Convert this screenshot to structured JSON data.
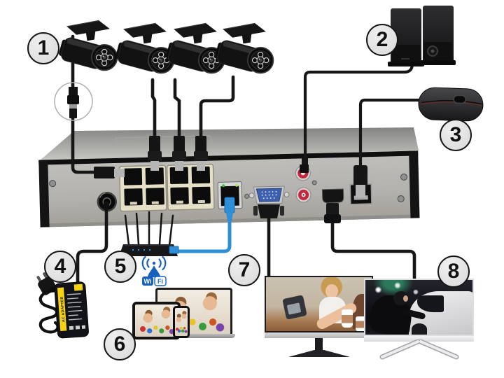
{
  "diagram": {
    "kind": "cctv-nvr-kit-connection-diagram",
    "badges": [
      {
        "number": "1",
        "component": "ip-bullet-cameras"
      },
      {
        "number": "2",
        "component": "speakers"
      },
      {
        "number": "3",
        "component": "usb-mouse"
      },
      {
        "number": "4",
        "component": "power-adapter"
      },
      {
        "number": "5",
        "component": "wifi-router"
      },
      {
        "number": "6",
        "component": "mobile-devices"
      },
      {
        "number": "7",
        "component": "vga-monitor"
      },
      {
        "number": "8",
        "component": "hdmi-monitor"
      }
    ],
    "labels": {
      "adapter_label": "AC ADAPTER",
      "wifi_wi": "Wi",
      "wifi_fi": "Fi"
    },
    "icons": [
      "bullet-camera-icon",
      "rj45-coupler-icon",
      "speakers-icon",
      "mouse-icon",
      "nvr-rear-panel-icon",
      "poe-port-icon",
      "lan-port-icon",
      "vga-port-icon",
      "rca-audio-port-icon",
      "hdmi-port-icon",
      "usb-port-icon",
      "dc-power-jack-icon",
      "router-icon",
      "wifi-logo-icon",
      "power-adapter-icon",
      "laptop-icon",
      "tablet-icon",
      "smartphone-icon",
      "monitor-icon"
    ],
    "colors": {
      "page_bg": "#ffffff",
      "cable_black": "#161616",
      "cable_lan_blue": "#2f8fd6",
      "port_beige": "#e6dfc8",
      "rca_red": "#c5243a",
      "wifi_blue": "#1760bd",
      "badge_fill": "#d9d9d9",
      "led_green": "#39c13f",
      "adapter_yellow": "#f5d312"
    }
  }
}
